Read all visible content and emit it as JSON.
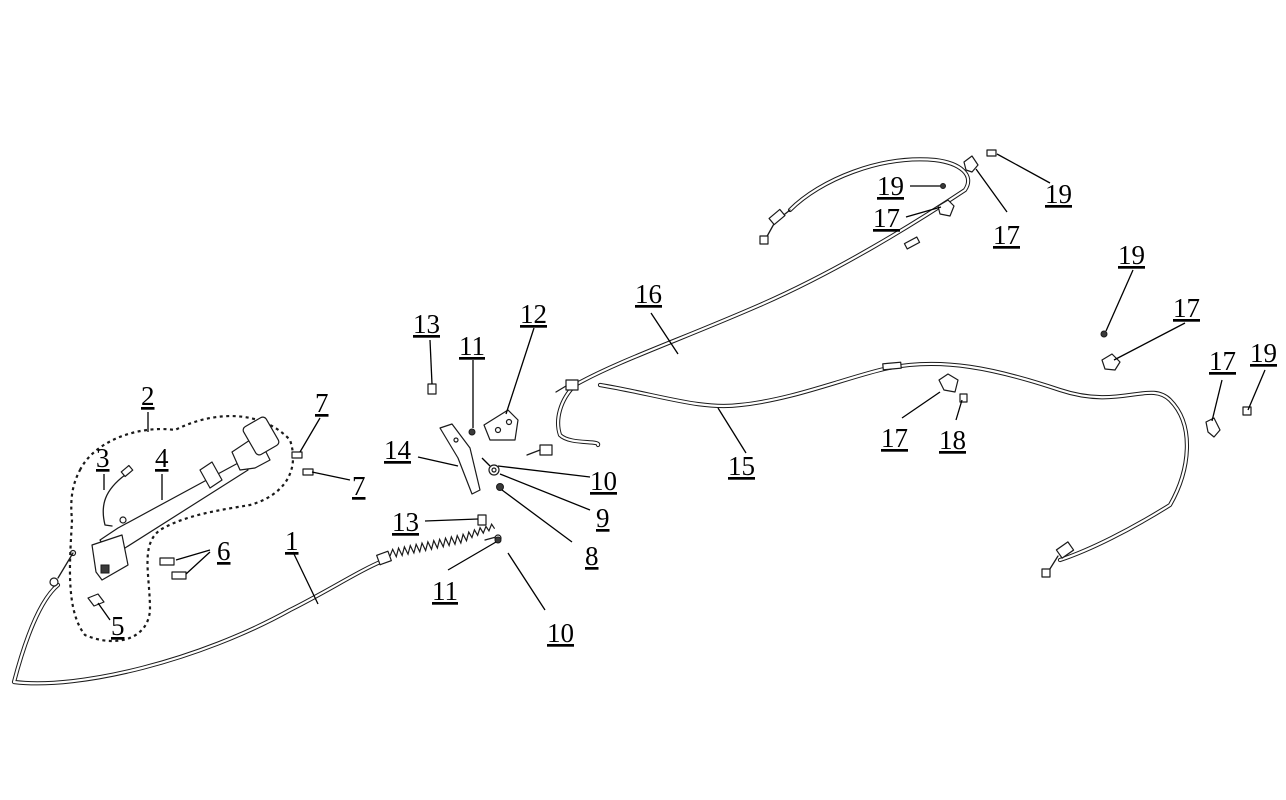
{
  "callouts": [
    {
      "id": "c2",
      "text": "2"
    },
    {
      "id": "c3",
      "text": "3"
    },
    {
      "id": "c4",
      "text": "4"
    },
    {
      "id": "c5",
      "text": "5"
    },
    {
      "id": "c6",
      "text": "6"
    },
    {
      "id": "c7a",
      "text": "7"
    },
    {
      "id": "c7b",
      "text": "7"
    },
    {
      "id": "c1",
      "text": "1"
    },
    {
      "id": "c13a",
      "text": "13"
    },
    {
      "id": "c11a",
      "text": "11"
    },
    {
      "id": "c12",
      "text": "12"
    },
    {
      "id": "c14",
      "text": "14"
    },
    {
      "id": "c10a",
      "text": "10"
    },
    {
      "id": "c9",
      "text": "9"
    },
    {
      "id": "c8",
      "text": "8"
    },
    {
      "id": "c13b",
      "text": "13"
    },
    {
      "id": "c11b",
      "text": "11"
    },
    {
      "id": "c10b",
      "text": "10"
    },
    {
      "id": "c16",
      "text": "16"
    },
    {
      "id": "c15",
      "text": "15"
    },
    {
      "id": "c19a",
      "text": "19"
    },
    {
      "id": "c17a",
      "text": "17"
    },
    {
      "id": "c17b",
      "text": "17"
    },
    {
      "id": "c19b",
      "text": "19"
    },
    {
      "id": "c19c",
      "text": "19"
    },
    {
      "id": "c17c",
      "text": "17"
    },
    {
      "id": "c17d",
      "text": "17"
    },
    {
      "id": "c19d",
      "text": "19"
    },
    {
      "id": "c17e",
      "text": "17"
    },
    {
      "id": "c18",
      "text": "18"
    }
  ]
}
